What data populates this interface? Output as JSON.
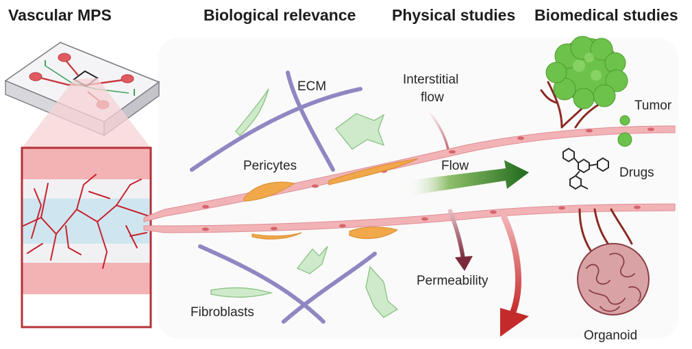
{
  "headers": {
    "vascular_mps": "Vascular MPS",
    "biological_relevance": "Biological relevance",
    "physical_studies": "Physical studies",
    "biomedical_studies": "Biomedical studies"
  },
  "labels": {
    "ecm": "ECM",
    "pericytes": "Pericytes",
    "fibroblasts": "Fibroblasts",
    "interstitial_flow_line1": "Interstitial",
    "interstitial_flow_line2": "flow",
    "flow": "Flow",
    "permeability": "Permeability",
    "tumor": "Tumor",
    "drugs": "Drugs",
    "organoid": "Organoid"
  },
  "colors": {
    "vessel": "#f2b3b6",
    "vessel_edge": "#de8d93",
    "endothelial_nucleus": "#d7646c",
    "pericyte": "#f0a84a",
    "fibroblast": "#cfeacb",
    "ecm_fiber": "#8f87c2",
    "tumor": "#6cc24a",
    "flow_arrow": "#2f7a26",
    "permeability_arrow": "#7a2a3a",
    "red_arrow": "#c42a2a",
    "device_channel": "#c8363c",
    "organoid": "#d9a3a6"
  }
}
